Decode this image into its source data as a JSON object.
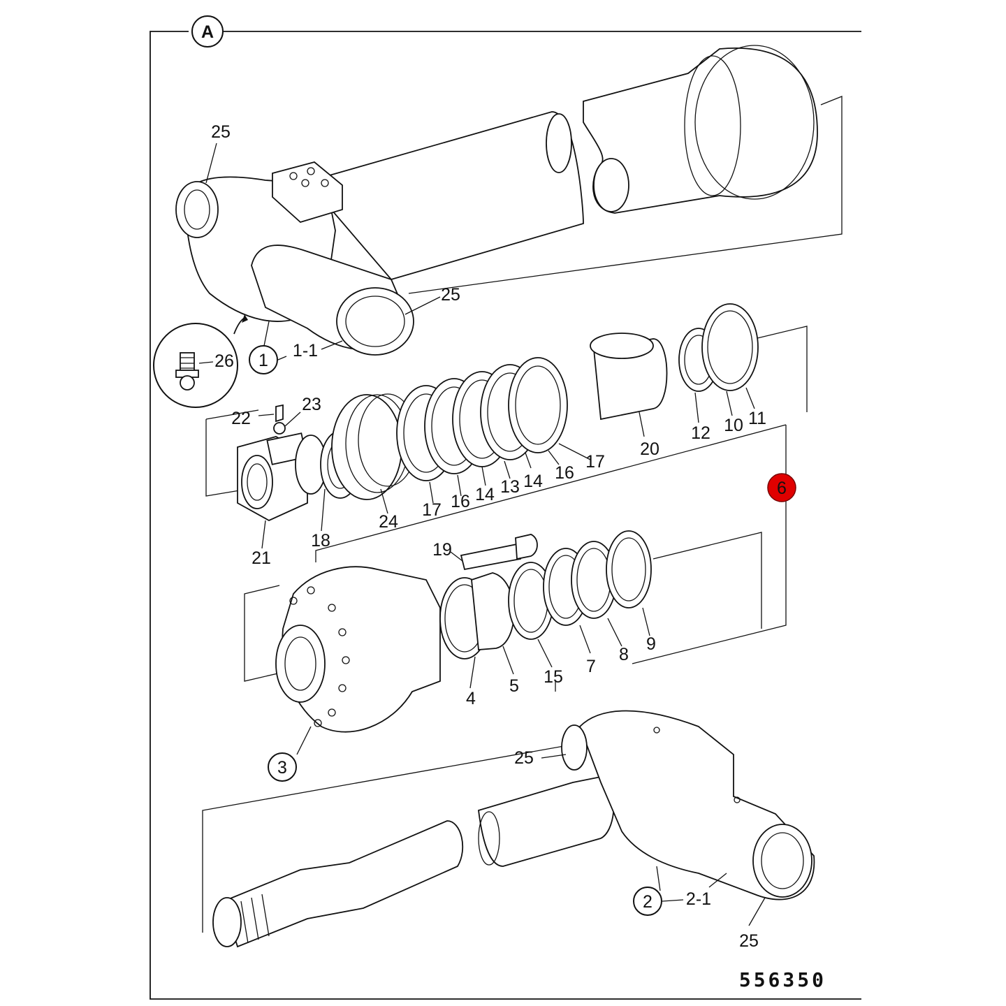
{
  "diagram": {
    "view_label": "A",
    "drawing_number": "556350",
    "highlight_color": "#e00000",
    "callouts": [
      {
        "id": "c25a",
        "text": "25"
      },
      {
        "id": "c25b",
        "text": "25"
      },
      {
        "id": "c1",
        "text": "1",
        "circled": true
      },
      {
        "id": "c1-1",
        "text": "1-1"
      },
      {
        "id": "c26",
        "text": "26"
      },
      {
        "id": "c22",
        "text": "22"
      },
      {
        "id": "c23",
        "text": "23"
      },
      {
        "id": "c21",
        "text": "21"
      },
      {
        "id": "c18",
        "text": "18"
      },
      {
        "id": "c24",
        "text": "24"
      },
      {
        "id": "c17a",
        "text": "17"
      },
      {
        "id": "c16a",
        "text": "16"
      },
      {
        "id": "c14a",
        "text": "14"
      },
      {
        "id": "c13",
        "text": "13"
      },
      {
        "id": "c14b",
        "text": "14"
      },
      {
        "id": "c16b",
        "text": "16"
      },
      {
        "id": "c17b",
        "text": "17"
      },
      {
        "id": "c20",
        "text": "20"
      },
      {
        "id": "c12",
        "text": "12"
      },
      {
        "id": "c10",
        "text": "10"
      },
      {
        "id": "c11",
        "text": "11"
      },
      {
        "id": "c6",
        "text": "6",
        "circled": true,
        "highlighted": true
      },
      {
        "id": "c19",
        "text": "19"
      },
      {
        "id": "c4",
        "text": "4"
      },
      {
        "id": "c5",
        "text": "5"
      },
      {
        "id": "c15",
        "text": "15"
      },
      {
        "id": "c7",
        "text": "7"
      },
      {
        "id": "c8",
        "text": "8"
      },
      {
        "id": "c9",
        "text": "9"
      },
      {
        "id": "c3",
        "text": "3",
        "circled": true
      },
      {
        "id": "c25c",
        "text": "25"
      },
      {
        "id": "c2",
        "text": "2",
        "circled": true
      },
      {
        "id": "c2-1",
        "text": "2-1"
      },
      {
        "id": "c25d",
        "text": "25"
      }
    ]
  }
}
